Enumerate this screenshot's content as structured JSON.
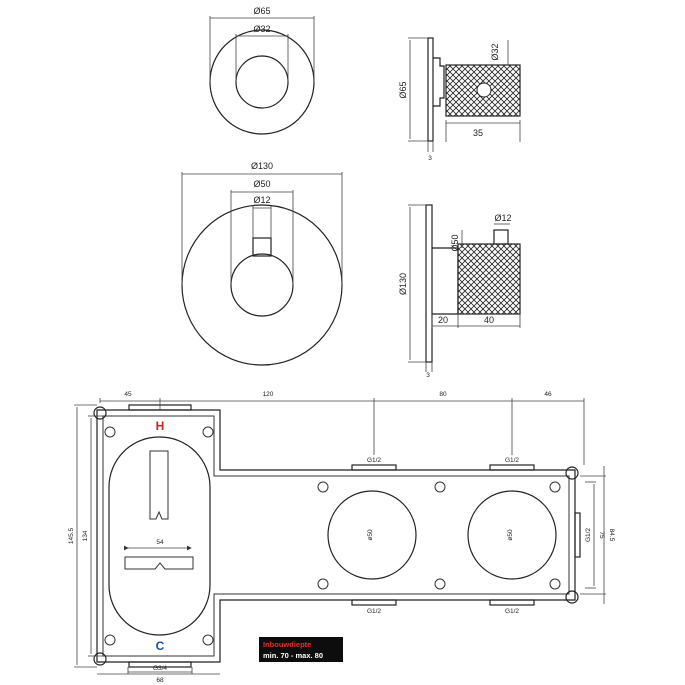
{
  "small_handle": {
    "front": {
      "outer_dia": "Ø65",
      "inner_dia": "Ø32"
    },
    "side": {
      "height": "Ø65",
      "knob_dia": "Ø32",
      "length": "35",
      "plate": "3"
    }
  },
  "large_handle": {
    "front": {
      "outer_dia": "Ø130",
      "mid_dia": "Ø50",
      "stem_dia": "Ø12"
    },
    "side": {
      "height": "Ø130",
      "body_dia": "Ø50",
      "stem_dia": "Ø12",
      "len_a": "20",
      "len_b": "40",
      "plate": "3"
    }
  },
  "box": {
    "dim_top": [
      "45",
      "120",
      "80",
      "46"
    ],
    "height_outer": "145.5",
    "height_inner": "134",
    "inner_width": "54",
    "bottom_width": "68",
    "bottom_conn": "G3/4",
    "label_hot": "H",
    "label_cold": "C",
    "conn_top_1": "G1/2",
    "conn_top_2": "G1/2",
    "conn_bot_1": "G1/2",
    "conn_bot_2": "G1/2",
    "conn_right": "G1/2",
    "circle_dia_1": "ø50",
    "circle_dia_2": "ø50",
    "right_h1": "75",
    "right_h2": "84.5",
    "hot_color": "#d32020",
    "cold_color": "#1a4fa0"
  },
  "install_label": {
    "line1": "Inbouwdiepte",
    "line2": "min. 70 - max. 80",
    "bg_color": "#0d0d0d",
    "line1_color": "#e23030"
  }
}
